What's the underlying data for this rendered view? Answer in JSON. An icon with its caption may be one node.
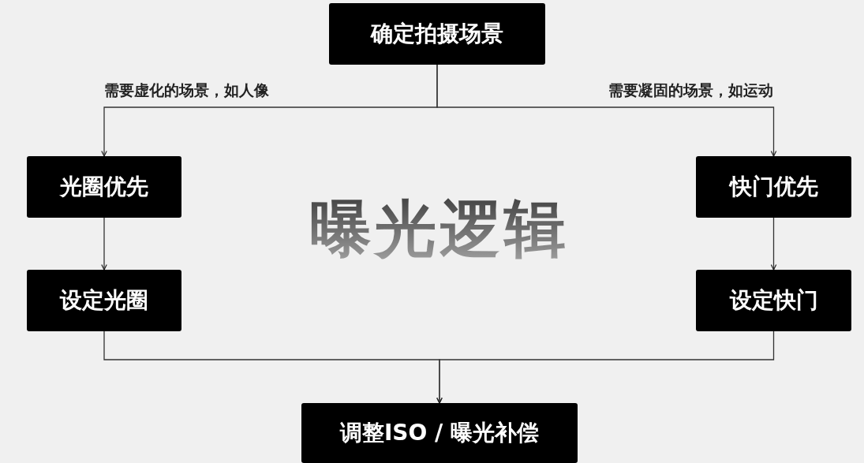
{
  "diagram": {
    "title": "曝光逻辑",
    "nodes": [
      {
        "text": [
          "确定拍摄场景"
        ]
      },
      {
        "text": [
          "光圈优先"
        ]
      },
      {
        "text": [
          "快门优先"
        ]
      },
      {
        "text": [
          "设定光圈"
        ]
      },
      {
        "text": [
          "设定快门"
        ]
      },
      {
        "text": [
          "调整ISO / 曝光补偿"
        ]
      }
    ],
    "edges": [
      {
        "from": 0,
        "to": 1,
        "arrow": "to",
        "label": "需要虚化的场景，如人像"
      },
      {
        "from": 0,
        "to": 2,
        "arrow": "to",
        "label": "需要凝固的场景，如运动"
      },
      {
        "from": 1,
        "to": 3,
        "arrow": "to"
      },
      {
        "from": 2,
        "to": 4,
        "arrow": "to"
      },
      {
        "from": 3,
        "to": 5,
        "arrow": "to"
      },
      {
        "from": 4,
        "to": 5,
        "arrow": "to"
      }
    ]
  }
}
